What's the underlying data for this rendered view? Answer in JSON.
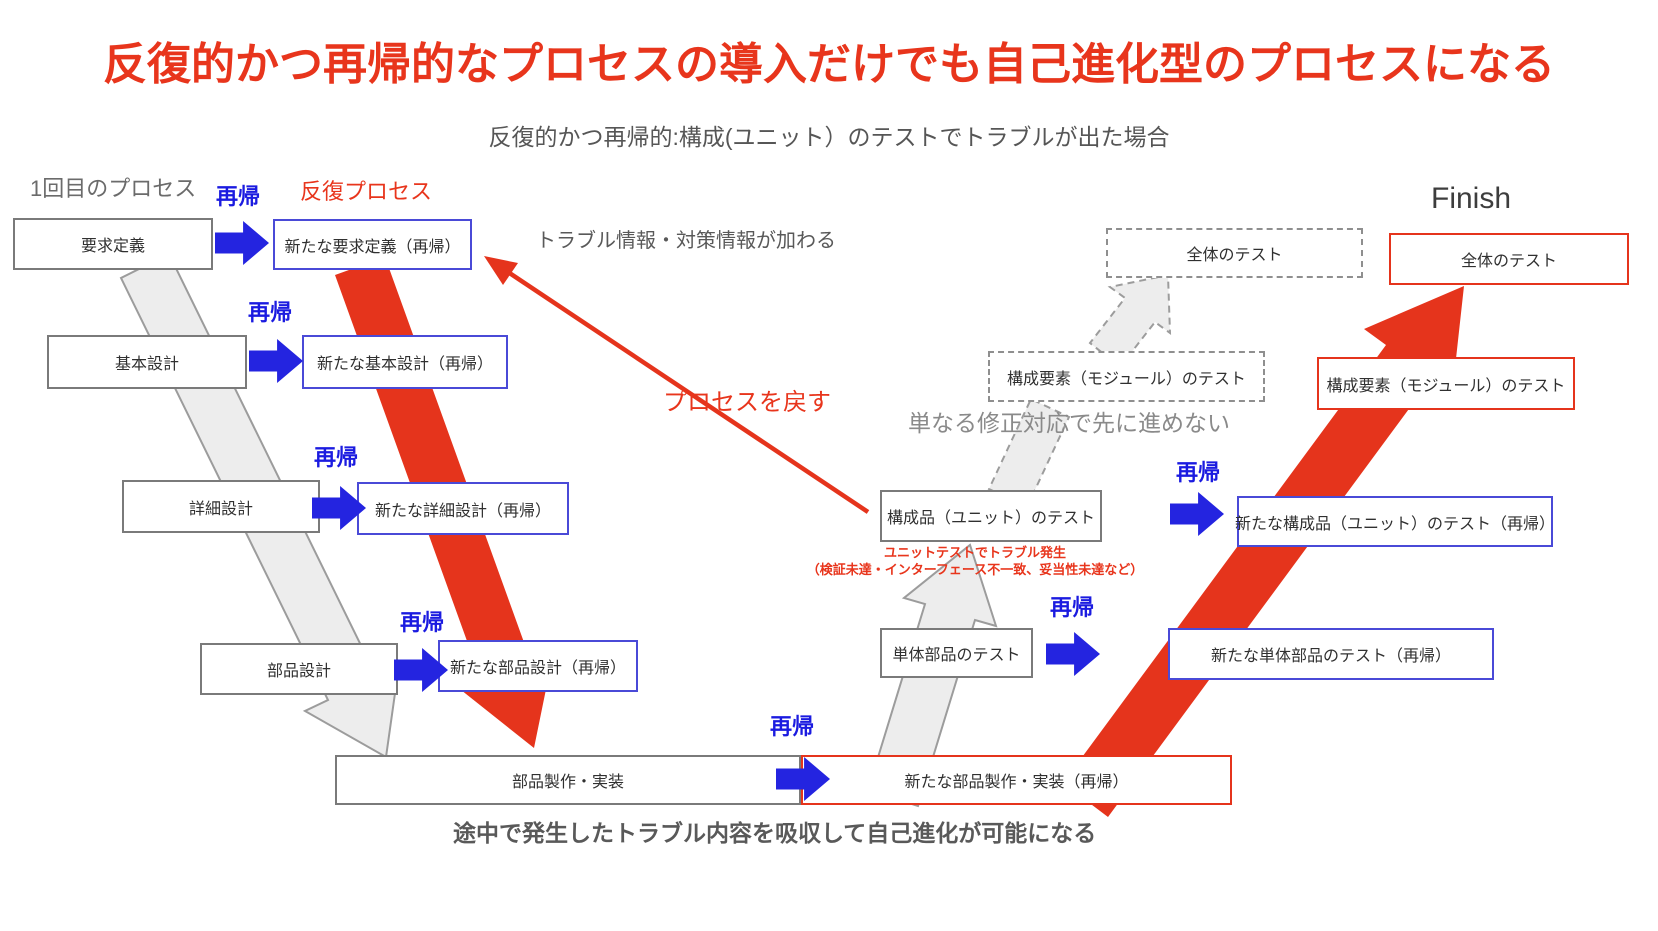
{
  "title": "反復的かつ再帰的なプロセスの導入だけでも自己進化型のプロセスになる",
  "subtitle": "反復的かつ再帰的:構成(ユニット）のテストでトラブルが出た場合",
  "annotations": {
    "first_process": "1回目のプロセス",
    "iterative_process": "反復プロセス",
    "recursion": "再帰",
    "finish": "Finish",
    "trouble_info": "トラブル情報・対策情報が加わる",
    "return_process": "プロセスを戻す",
    "simple_fix": "単なる修正対応で先に進めない",
    "unit_trouble_line1": "ユニットテストでトラブル発生",
    "unit_trouble_line2": "（検証未達・インターフェース不一致、妥当性未達など）",
    "bottom_caption": "途中で発生したトラブル内容を吸収して自己進化が可能になる"
  },
  "process_boxes": {
    "requirements": "要求定義",
    "basic_design": "基本設計",
    "detail_design": "詳細設計",
    "parts_design": "部品設計",
    "parts_build": "部品製作・実装",
    "new_requirements": "新たな要求定義（再帰）",
    "new_basic_design": "新たな基本設計（再帰）",
    "new_detail_design": "新たな詳細設計（再帰）",
    "new_parts_design": "新たな部品設計（再帰）",
    "new_parts_build": "新たな部品製作・実装（再帰）",
    "unit_parts_test": "単体部品のテスト",
    "new_unit_parts_test": "新たな単体部品のテスト（再帰）",
    "unit_test": "構成品（ユニット）のテスト",
    "new_unit_test": "新たな構成品（ユニット）のテスト（再帰）",
    "module_test": "構成要素（モジュール）のテスト",
    "overall_test": "全体のテスト"
  },
  "colors": {
    "title_red": "#e8351c",
    "arrow_red": "#e5341c",
    "arrow_blue": "#2424e0",
    "recursion_blue": "#1b1be0",
    "box_border_blue": "#4a4ad7",
    "box_border_gray": "#7a7a7a",
    "band_gray_fill": "#ededed"
  }
}
